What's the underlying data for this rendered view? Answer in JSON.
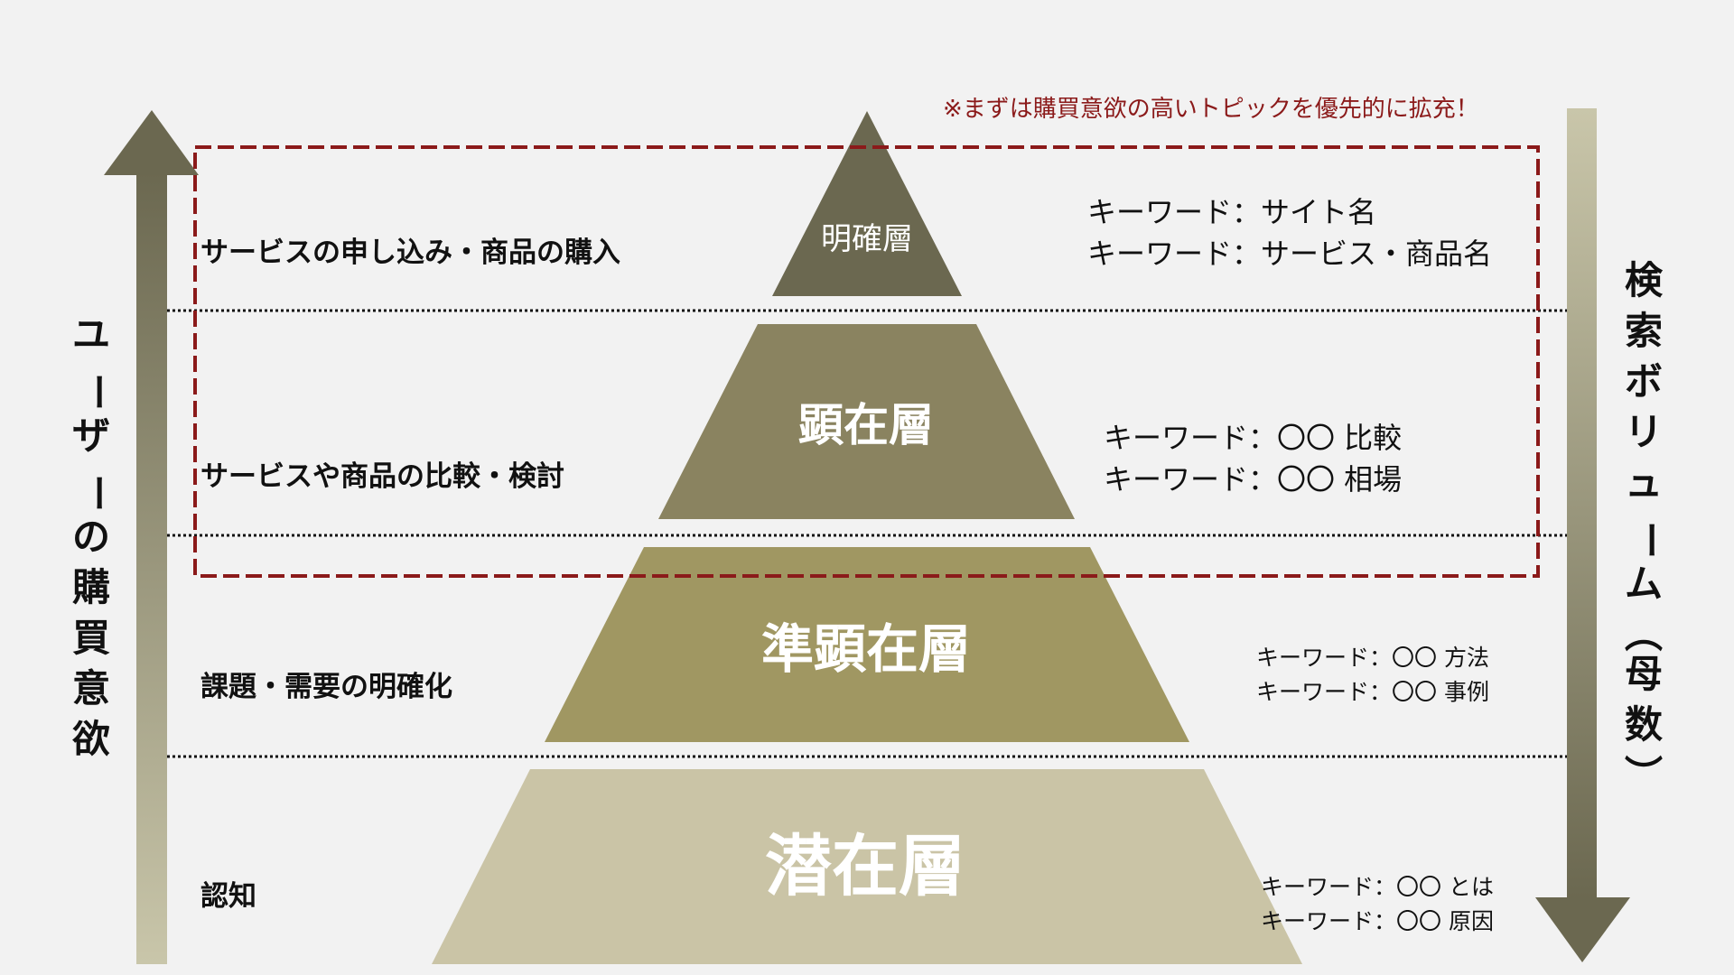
{
  "colors": {
    "background": "#f2f2f2",
    "layer_1": "#6b6850",
    "layer_2": "#8a8360",
    "layer_3": "#a09762",
    "layer_4": "#cac4a6",
    "arrow_dark": "#6b6850",
    "arrow_light": "#c9c6aa",
    "highlight_border": "#8b1a1a",
    "note_text": "#8b1a1a"
  },
  "note": "※まずは購買意欲の高いトピックを優先的に拡充！",
  "left_axis": {
    "label_chars": [
      "ユ",
      "ー",
      "ザ",
      "ー",
      "の",
      "購",
      "買",
      "意",
      "欲"
    ],
    "label": "ユーザーの購買意欲",
    "direction": "up"
  },
  "right_axis": {
    "label_chars": [
      "検",
      "索",
      "ボ",
      "リ",
      "ュ",
      "ー",
      "ム",
      "︵",
      "母",
      "数",
      "︶"
    ],
    "label": "検索ボリューム（母数）",
    "direction": "down"
  },
  "layers": [
    {
      "name": "明確層",
      "stage": "サービスの申し込み・商品の購入",
      "keywords": [
        "キーワード：サイト名",
        "キーワード：サービス・商品名"
      ]
    },
    {
      "name": "顕在層",
      "stage": "サービスや商品の比較・検討",
      "keywords": [
        "キーワード：〇〇 比較",
        "キーワード：〇〇 相場"
      ]
    },
    {
      "name": "準顕在層",
      "stage": "課題・需要の明確化",
      "keywords": [
        "キーワード：〇〇 方法",
        "キーワード：〇〇 事例"
      ]
    },
    {
      "name": "潜在層",
      "stage": "認知",
      "keywords": [
        "キーワード：〇〇 とは",
        "キーワード：〇〇 原因"
      ]
    }
  ]
}
